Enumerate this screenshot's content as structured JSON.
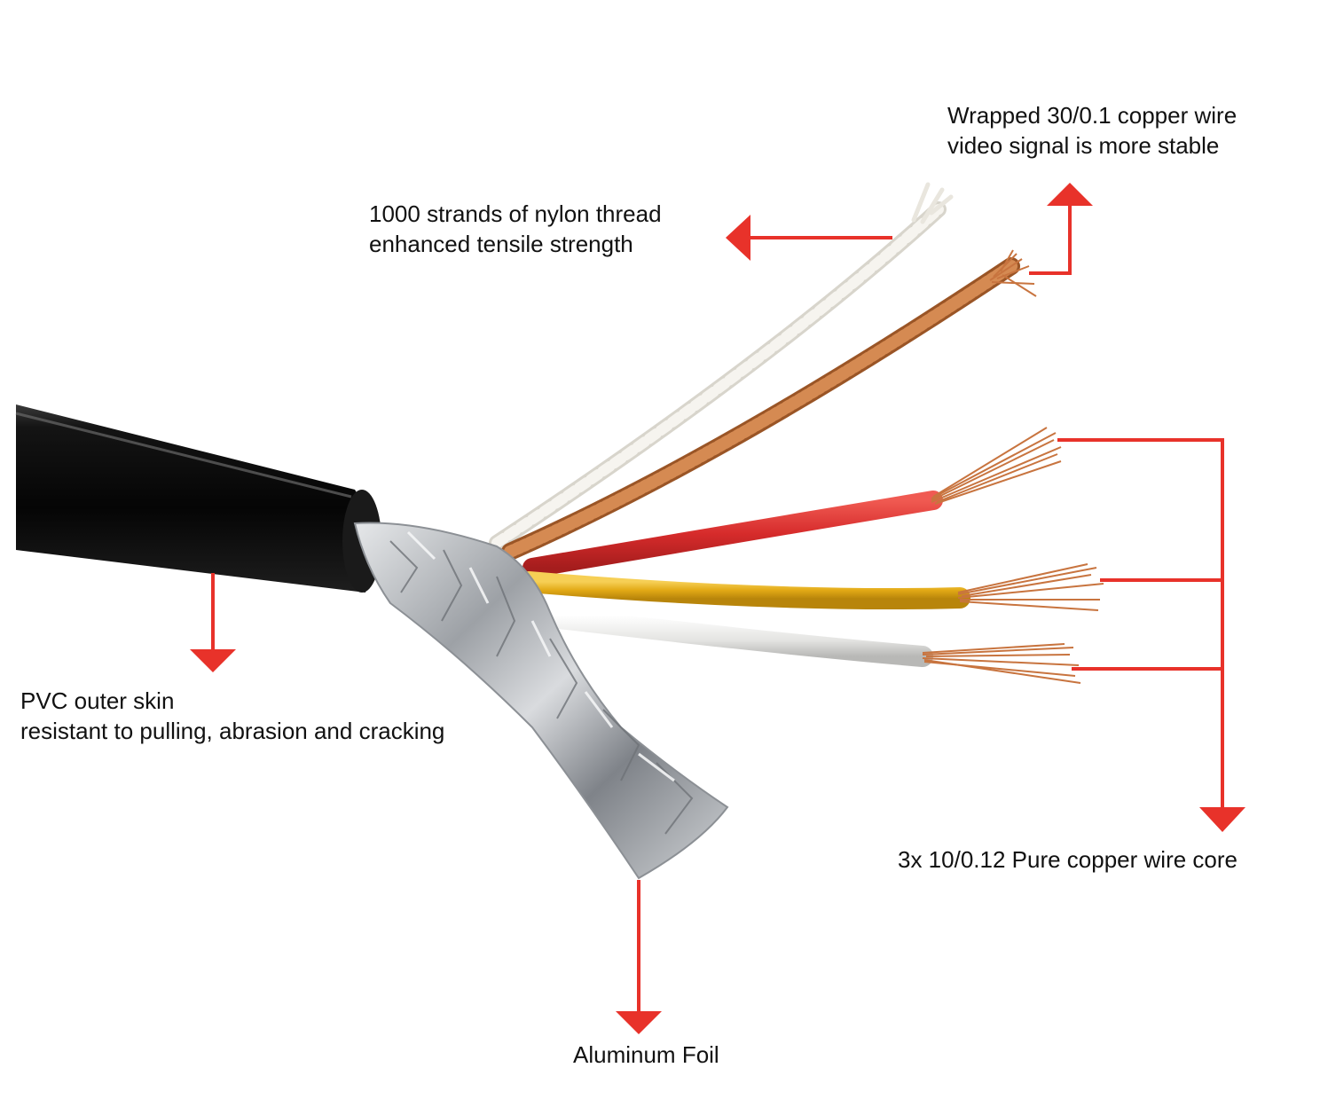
{
  "callouts": {
    "nylon": {
      "line1": "1000 strands of nylon thread",
      "line2": "enhanced tensile strength"
    },
    "wrapped_copper": {
      "line1": "Wrapped 30/0.1 copper wire",
      "line2": "video signal is more stable"
    },
    "pvc": {
      "line1": "PVC outer skin",
      "line2": "resistant to pulling, abrasion and cracking"
    },
    "cores": {
      "line1": "3x 10/0.12 Pure copper wire core"
    },
    "foil": {
      "line1": "Aluminum Foil"
    }
  },
  "colors": {
    "arrow": "#e8322a",
    "jacket": "#0b0b0b",
    "copper": "#c8743f",
    "red_core": "#d62b2b",
    "yellow_core": "#e2a915",
    "white_core": "#e4e4e2",
    "nylon": "#f1efe9",
    "foil": "#b9bcc0"
  }
}
